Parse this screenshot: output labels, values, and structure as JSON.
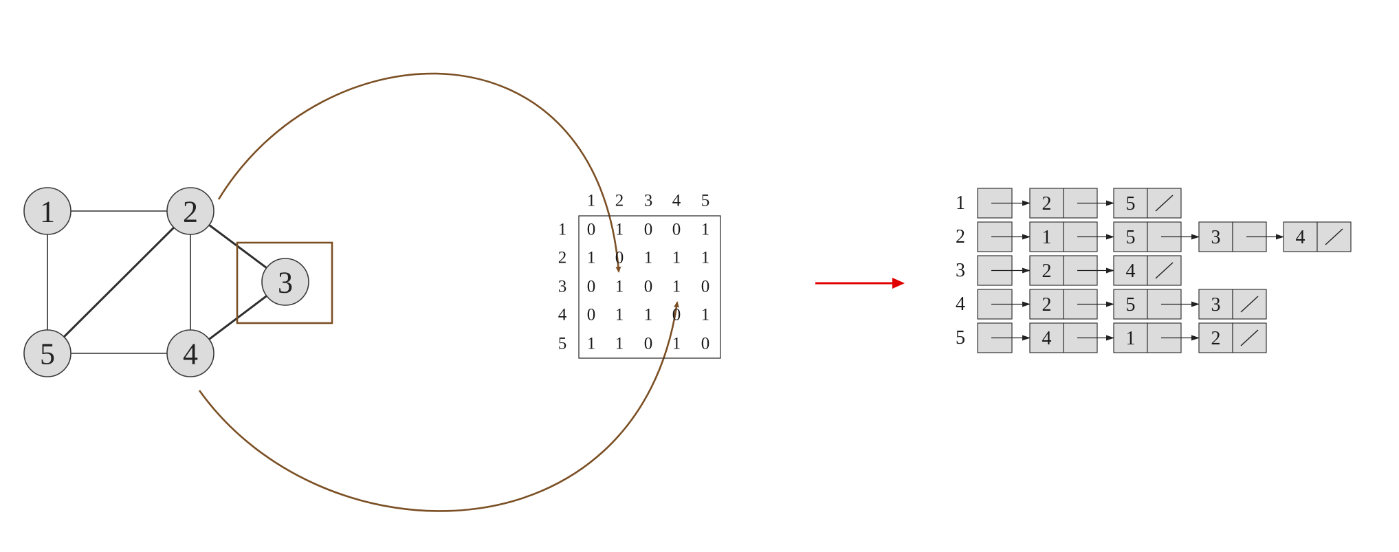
{
  "graph": {
    "nodes": [
      {
        "id": 1,
        "label": "1"
      },
      {
        "id": 2,
        "label": "2"
      },
      {
        "id": 3,
        "label": "3"
      },
      {
        "id": 4,
        "label": "4"
      },
      {
        "id": 5,
        "label": "5"
      }
    ],
    "edges": [
      [
        1,
        2
      ],
      [
        1,
        5
      ],
      [
        2,
        5
      ],
      [
        2,
        4
      ],
      [
        2,
        3
      ],
      [
        3,
        4
      ],
      [
        4,
        5
      ]
    ],
    "highlighted_node": 3
  },
  "matrix": {
    "col_headers": [
      "1",
      "2",
      "3",
      "4",
      "5"
    ],
    "row_headers": [
      "1",
      "2",
      "3",
      "4",
      "5"
    ],
    "rows": [
      [
        "0",
        "1",
        "0",
        "0",
        "1"
      ],
      [
        "1",
        "0",
        "1",
        "1",
        "1"
      ],
      [
        "0",
        "1",
        "0",
        "1",
        "0"
      ],
      [
        "0",
        "1",
        "1",
        "0",
        "1"
      ],
      [
        "1",
        "1",
        "0",
        "1",
        "0"
      ]
    ]
  },
  "adjacency_list": {
    "row_labels": [
      "1",
      "2",
      "3",
      "4",
      "5"
    ],
    "lists": [
      [
        "2",
        "5"
      ],
      [
        "1",
        "5",
        "3",
        "4"
      ],
      [
        "2",
        "4"
      ],
      [
        "2",
        "5",
        "3"
      ],
      [
        "4",
        "1",
        "2"
      ]
    ]
  },
  "colors": {
    "accent_brown": "#7b4f24",
    "transform_arrow": "#e00000",
    "node_fill": "#dcdcdc",
    "cell_fill": "#dcdcdc"
  }
}
